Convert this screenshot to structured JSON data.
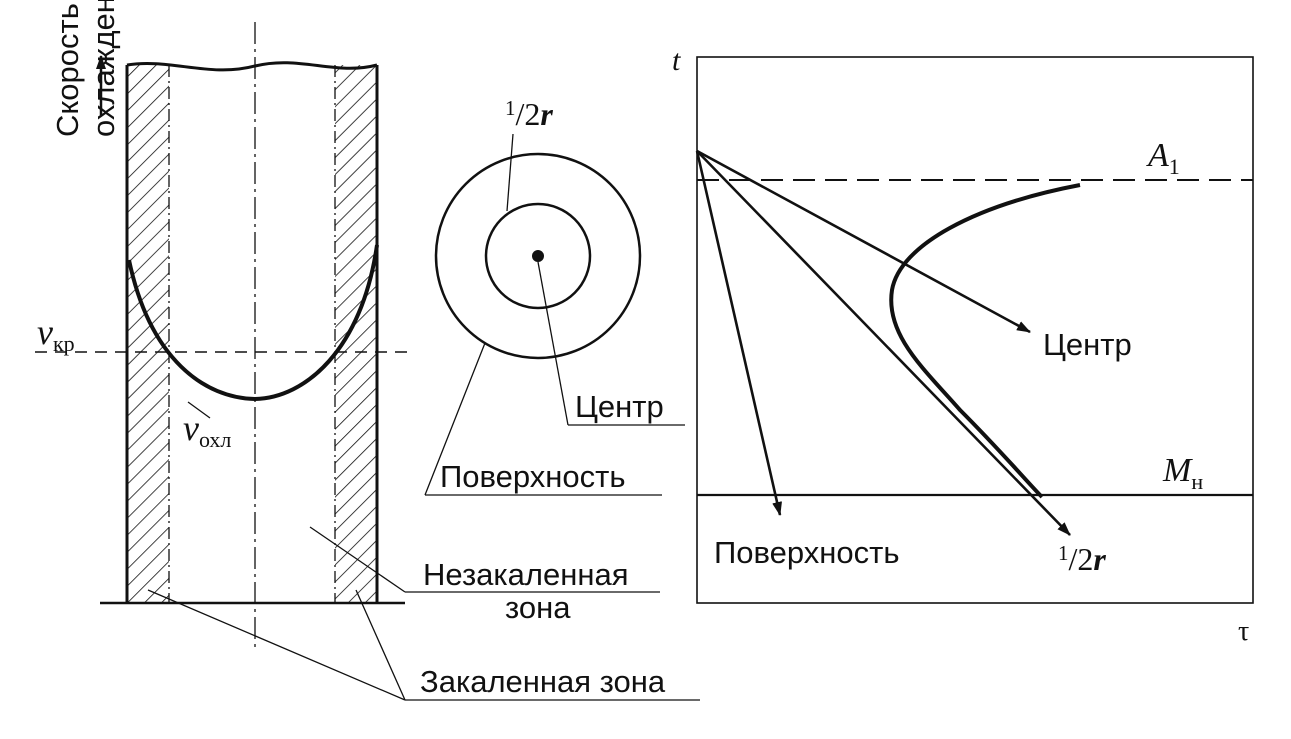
{
  "left_panel": {
    "axis_label_line1": "Скорость",
    "axis_label_line2": "охлаждения",
    "v_cr_symbol": "v",
    "v_cr_sub": "кр",
    "v_cool_symbol": "v",
    "v_cool_sub": "охл",
    "unhardened_line1": "Незакаленная",
    "unhardened_line2": "зона",
    "hardened": "Закаленная зона"
  },
  "middle_panel": {
    "half_r_num": "1",
    "half_r_den": "2",
    "half_r_var": "r",
    "center": "Центр",
    "surface": "Поверхность"
  },
  "right_panel": {
    "t_axis": "t",
    "tau_axis": "τ",
    "a1_symbol": "A",
    "a1_sub": "1",
    "mn_symbol": "M",
    "mn_sub": "н",
    "center": "Центр",
    "surface": "Поверхность",
    "half_r_num": "1",
    "half_r_den": "2",
    "half_r_var": "r"
  },
  "colors": {
    "ink": "#111111",
    "background": "#ffffff"
  }
}
